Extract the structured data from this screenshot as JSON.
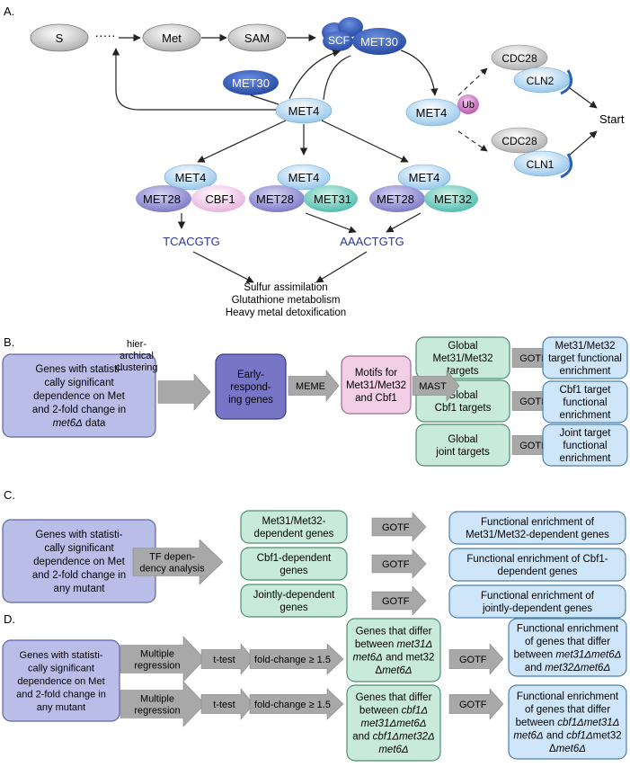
{
  "panels": {
    "A": "A.",
    "B": "B.",
    "C": "C.",
    "D": "D."
  },
  "panelA": {
    "s": "S",
    "met": "Met",
    "sam": "SAM",
    "scf": "SCF",
    "met30_top": "MET30",
    "met30_left": "MET30",
    "met4_center": "MET4",
    "met4_ub": "MET4",
    "ub": "Ub",
    "cdc28_top": "CDC28",
    "cln2": "CLN2",
    "cdc28_bottom": "CDC28",
    "cln1": "CLN1",
    "start": "Start",
    "complex1": {
      "met4": "MET4",
      "met28": "MET28",
      "partner": "CBF1"
    },
    "complex2": {
      "met4": "MET4",
      "met28": "MET28",
      "partner": "MET31"
    },
    "complex3": {
      "met4": "MET4",
      "met28": "MET28",
      "partner": "MET32"
    },
    "motif1": "TCACGTG",
    "motif2": "AAACTGTG",
    "outcome": [
      "Sulfur assimilation",
      "Glutathione metabolism",
      "Heavy metal detoxification"
    ]
  },
  "panelB": {
    "input": [
      "Genes with statisti-",
      "cally significant",
      "dependence on Met",
      "and 2-fold change in",
      "met6Δ data"
    ],
    "clustering": [
      "hier-",
      "archical",
      "clustering"
    ],
    "early": [
      "Early-",
      "respond-",
      "ing genes"
    ],
    "meme": "MEME",
    "motifs": [
      "Motifs for",
      "Met31/Met32",
      "and Cbf1"
    ],
    "mast": "MAST",
    "targets": [
      [
        "Global",
        "Met31/Met32",
        "targets"
      ],
      [
        "Global",
        "Cbf1 targets"
      ],
      [
        "Global",
        "joint targets"
      ]
    ],
    "gotf": "GOTF",
    "enrich": [
      [
        "Met31/Met32",
        "target functional",
        "enrichment"
      ],
      [
        "Cbf1 target",
        "functional",
        "enrichment"
      ],
      [
        "Joint target",
        "functional",
        "enrichment"
      ]
    ]
  },
  "panelC": {
    "input": [
      "Genes with statisti-",
      "cally significant",
      "dependence on Met",
      "and 2-fold change in",
      "any mutant"
    ],
    "tf": [
      "TF depen-",
      "dency analysis"
    ],
    "deps": [
      [
        "Met31/Met32-",
        "dependent genes"
      ],
      [
        "Cbf1-dependent",
        "genes"
      ],
      [
        "Jointly-dependent",
        "genes"
      ]
    ],
    "gotf": "GOTF",
    "enrich": [
      [
        "Functional enrichment of",
        "Met31/Met32-dependent genes"
      ],
      [
        "Functional enrichment of Cbf1-",
        "dependent genes"
      ],
      [
        "Functional enrichment of",
        "jointly-dependent genes"
      ]
    ]
  },
  "panelD": {
    "input": [
      "Genes with statisti-",
      "cally significant",
      "dependence on Met",
      "and 2-fold change in",
      "any mutant"
    ],
    "mr": [
      "Multiple",
      "regression"
    ],
    "ttest": "t-test",
    "fc": "fold-change ≥ 1.5",
    "gotf": "GOTF",
    "genes1": [
      "Genes that differ",
      "between met31Δ",
      "met6Δ and met32",
      "Δmet6Δ"
    ],
    "genes2": [
      "Genes that differ",
      "between cbf1Δ",
      "met31Δmet6Δ",
      "and cbf1Δmet32Δ",
      "met6Δ"
    ],
    "enrich1": [
      "Functional enrichment",
      "of genes that differ",
      "between met31Δmet6Δ",
      "and met32Δmet6Δ"
    ],
    "enrich2": [
      "Functional enrichment",
      "of genes that differ",
      "between cbf1Δmet31Δ",
      "met6Δ and cbf1Δmet32",
      "Δmet6Δ"
    ]
  }
}
